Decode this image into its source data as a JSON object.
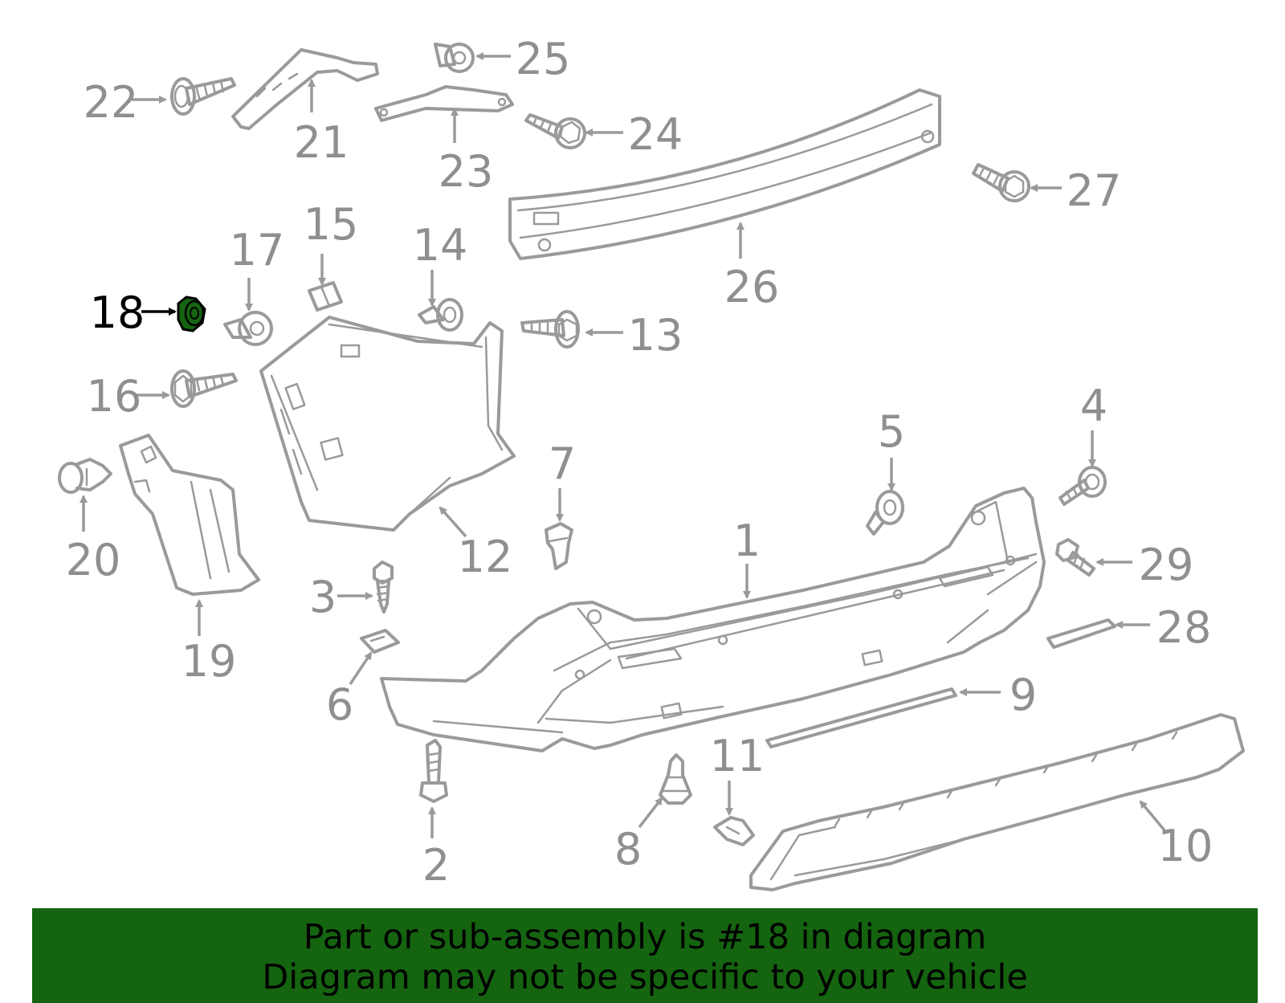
{
  "diagram": {
    "highlighted_part": "18",
    "highlight_color": "#156410",
    "line_color": "#9a9a9a",
    "callouts": [
      "1",
      "2",
      "3",
      "4",
      "5",
      "6",
      "7",
      "8",
      "9",
      "10",
      "11",
      "12",
      "13",
      "14",
      "15",
      "16",
      "17",
      "18",
      "19",
      "20",
      "21",
      "22",
      "23",
      "24",
      "25",
      "26",
      "27",
      "28",
      "29"
    ]
  },
  "banner": {
    "line1": "Part or sub-assembly is #18 in diagram",
    "line2": "Diagram may not be specific to your vehicle",
    "background": "#156410"
  }
}
